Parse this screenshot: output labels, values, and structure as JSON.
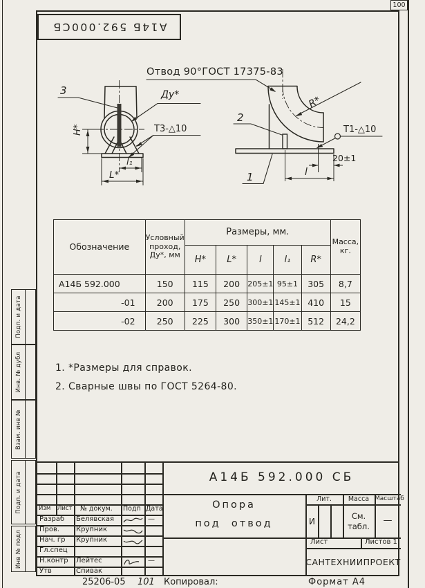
{
  "corner_number": "100",
  "top_stamp": "А14Б 592.000СБ",
  "margin_labels": [
    "Подп. и дата",
    "Инв. № дубл",
    "Взам. инв №",
    "Подп. и дата",
    "Инв № подл"
  ],
  "drawing": {
    "elbow_callout": "Отвод 90°ГОСТ 17375-83",
    "item1": "1",
    "item2": "2",
    "item3": "3",
    "dy_label": "Ду*",
    "weld_t3": "Т3-△10",
    "weld_t1": "Т1-△10",
    "dim_h": "H*",
    "dim_l_star": "L*",
    "dim_l1": "l₁",
    "dim_l": "l",
    "dim_r": "R*",
    "dim_20": "20±1"
  },
  "table": {
    "col_designation": "Обозначение",
    "col_dy_lines": [
      "Условный",
      "проход,",
      "Ду*, мм"
    ],
    "col_sizes": "Размеры, мм.",
    "size_cols": [
      "H*",
      "L*",
      "l",
      "l₁",
      "R*"
    ],
    "col_mass_lines": [
      "Масса,",
      "кг."
    ],
    "rows": [
      [
        "А14Б 592.000",
        "150",
        "115",
        "200",
        "205±1",
        "95±1",
        "305",
        "8,7"
      ],
      [
        "-01",
        "200",
        "175",
        "250",
        "300±1",
        "145±1",
        "410",
        "15"
      ],
      [
        "-02",
        "250",
        "225",
        "300",
        "350±1",
        "170±1",
        "512",
        "24,2"
      ]
    ]
  },
  "notes": [
    "1. *Размеры для справок.",
    "2. Сварные швы по ГОСТ 5264-80."
  ],
  "title_block": {
    "doc_number": "А14Б 592.000 СБ",
    "title_line1": "Опора",
    "title_line2": "под  отвод",
    "rev_header": [
      "Изм",
      "Лист",
      "№ докум.",
      "Подп",
      "Дата"
    ],
    "approvals": [
      {
        "role": "Разраб",
        "name": "Белявская",
        "dash": "—"
      },
      {
        "role": "Пров.",
        "name": "Крупник",
        "dash": ""
      },
      {
        "role": "Нач. гр",
        "name": "Крупник",
        "dash": ""
      },
      {
        "role": "Гл.спец",
        "name": "",
        "dash": ""
      },
      {
        "role": "Н.контр",
        "name": "Лейтес",
        "dash": "—"
      },
      {
        "role": "Утв",
        "name": "Спивак",
        "dash": ""
      }
    ],
    "lit_header": "Лит.",
    "lit_value": "И",
    "mass_header": "Масса",
    "mass_value_lines": [
      "См.",
      "табл."
    ],
    "scale_header": "Масштаб",
    "scale_value": "—",
    "sheet_label": "Лист",
    "sheets_label": "Листов 1",
    "organization": "САНТЕХНИИПРОЕКТ"
  },
  "footer": {
    "order_number": "25206-05",
    "code": "101",
    "copied_label": "Копировал:",
    "format_label": "Формат А4"
  }
}
